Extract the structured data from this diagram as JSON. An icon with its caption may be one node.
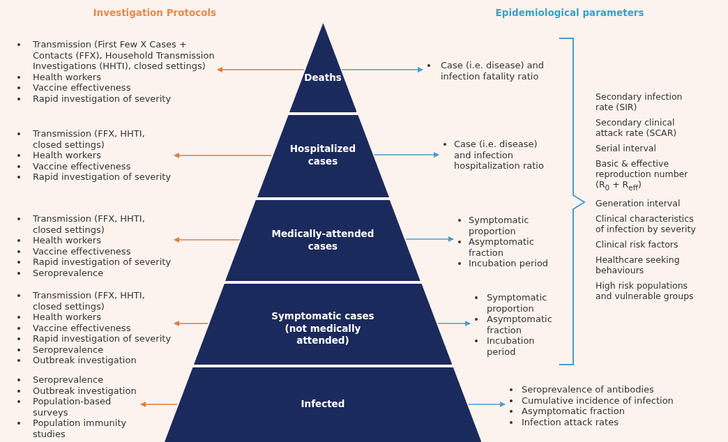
{
  "diagram": {
    "nodes": [
      {
        "text": [
          "Deaths"
        ]
      },
      {
        "text": [
          "Hospitalized cases"
        ]
      },
      {
        "text": [
          "Medically-attended cases"
        ]
      },
      {
        "text": [
          "Symptomatic cases (not medically attended)"
        ]
      },
      {
        "text": [
          "Infected"
        ]
      },
      {
        "text": [
          "Transmission (First Few X Cases + Contacts (FFX), Household Transmission Investigations (HHTI), closed settings)",
          "Health workers",
          "Vaccine effectiveness",
          "Rapid investigation of severity"
        ]
      },
      {
        "text": [
          "Transmission (FFX, HHTI, closed settings)",
          "Health workers",
          "Vaccine effectiveness",
          "Rapid investigation of severity"
        ]
      },
      {
        "text": [
          "Transmission (FFX, HHTI, closed settings)",
          "Health workers",
          "Vaccine effectiveness",
          "Rapid investigation of severity",
          "Seroprevalence"
        ]
      },
      {
        "text": [
          "Transmission (FFX, HHTI, closed settings)",
          "Health workers",
          "Vaccine effectiveness",
          "Rapid investigation of severity",
          "Seroprevalence",
          "Outbreak investigation"
        ]
      },
      {
        "text": [
          "Seroprevalence",
          "Outbreak investigation",
          "Population-based surveys",
          "Population immunity studies"
        ]
      },
      {
        "text": [
          "Case (i.e. disease) and infection fatality ratio"
        ]
      },
      {
        "text": [
          "Case (i.e. disease) and infection hospitalization ratio"
        ]
      },
      {
        "text": [
          "Symptomatic proportion",
          "Asymptomatic fraction",
          "Incubation period"
        ]
      },
      {
        "text": [
          "Symptomatic proportion",
          "Asymptomatic fraction",
          "Incubation period"
        ]
      },
      {
        "text": [
          "Seroprevalence of antibodies",
          "Cumulative incidence of infection",
          "Asymptomatic fraction",
          "Infection attack rates"
        ]
      }
    ],
    "edges": [
      {
        "from": 0,
        "to": 5,
        "arrow": "to",
        "color": "#e07b3c"
      },
      {
        "from": 0,
        "to": 10,
        "arrow": "to",
        "color": "#4a9cc9"
      },
      {
        "from": 1,
        "to": 6,
        "arrow": "to",
        "color": "#e07b3c"
      },
      {
        "from": 1,
        "to": 11,
        "arrow": "to",
        "color": "#4a9cc9"
      },
      {
        "from": 2,
        "to": 7,
        "arrow": "to",
        "color": "#e07b3c"
      },
      {
        "from": 2,
        "to": 12,
        "arrow": "to",
        "color": "#4a9cc9"
      },
      {
        "from": 3,
        "to": 8,
        "arrow": "to",
        "color": "#e07b3c"
      },
      {
        "from": 3,
        "to": 13,
        "arrow": "to",
        "color": "#4a9cc9"
      },
      {
        "from": 4,
        "to": 9,
        "arrow": "to",
        "color": "#e07b3c"
      },
      {
        "from": 4,
        "to": 14,
        "arrow": "to",
        "color": "#4a9cc9"
      }
    ],
    "labels": [
      "Investigation Protocols",
      "Epidemiological parameters",
      "Secondary infection rate (SIR)",
      "Secondary clinical attack rate (SCAR)",
      "Serial interval",
      "Basic & effective reproduction number (R$_{0}$ + R$_{eff}$)",
      "Generation interval",
      "Clinical characteristics of infection by severity",
      "Clinical risk factors",
      "Healthcare seeking behaviours",
      "High risk populations and vulnerable groups"
    ]
  }
}
